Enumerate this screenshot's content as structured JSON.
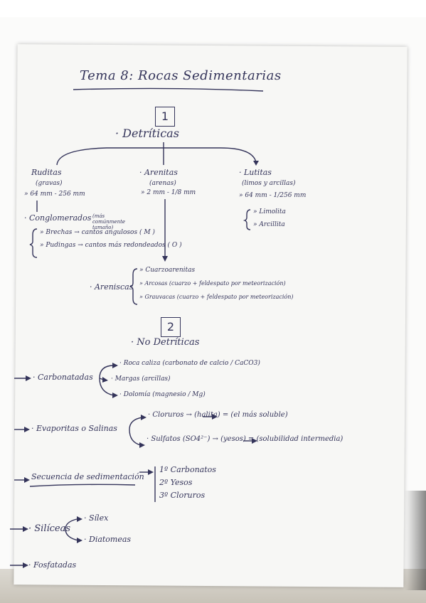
{
  "title": "Tema 8: Rocas Sedimentarias",
  "section1": {
    "number": "1",
    "heading": "· Detríticas",
    "ruditas": {
      "name": "Ruditas",
      "sub": "(gravas)",
      "size": "» 64 mm - 256 mm",
      "conglomerados": "· Conglomerados",
      "conglomerados_note": "(más comúnmente tamaño)",
      "brechas": "» Brechas → cantos angulosos ( M )",
      "pudingas": "» Pudingas → cantos más redondeados ( O )"
    },
    "arenitas": {
      "name": "· Arenitas",
      "sub": "(arenas)",
      "size": "» 2 mm - 1/8 mm"
    },
    "lutitas": {
      "name": "· Lutitas",
      "sub": "(limos y arcillas)",
      "size": "» 64 mm - 1/256 mm",
      "limolita": "» Limolita",
      "arcillita": "» Arcillita"
    },
    "areniscas": {
      "name": "· Areniscas",
      "items": [
        "» Cuarzoarenitas",
        "» Arcosas (cuarzo + feldespato por meteorización)",
        "» Grauvacas (cuarzo + feldespato por meteorización)"
      ]
    }
  },
  "section2": {
    "number": "2",
    "heading": "· No Detríticas",
    "carbonatadas": {
      "name": "· Carbonatadas",
      "items": [
        "· Roca caliza (carbonato de calcio / CaCO3)",
        "· Margas (arcillas)",
        "· Dolomía (magnesio / Mg)"
      ]
    },
    "evaporitas": {
      "name": "· Evaporitas o Salinas",
      "items": [
        "· Cloruros → (halita) = (el más soluble)",
        "· Sulfatos (SO4²⁻) → (yesos) = (solubilidad intermedia)"
      ]
    },
    "secuencia": {
      "name": "Secuencia de sedimentación",
      "items": [
        "1º Carbonatos",
        "2º Yesos",
        "3º Cloruros"
      ]
    },
    "siliceas": {
      "name": "· Silíceas",
      "items": [
        "· Sílex",
        "· Diatomeas"
      ]
    },
    "fosfatadas": {
      "name": "· Fosfatadas"
    }
  }
}
